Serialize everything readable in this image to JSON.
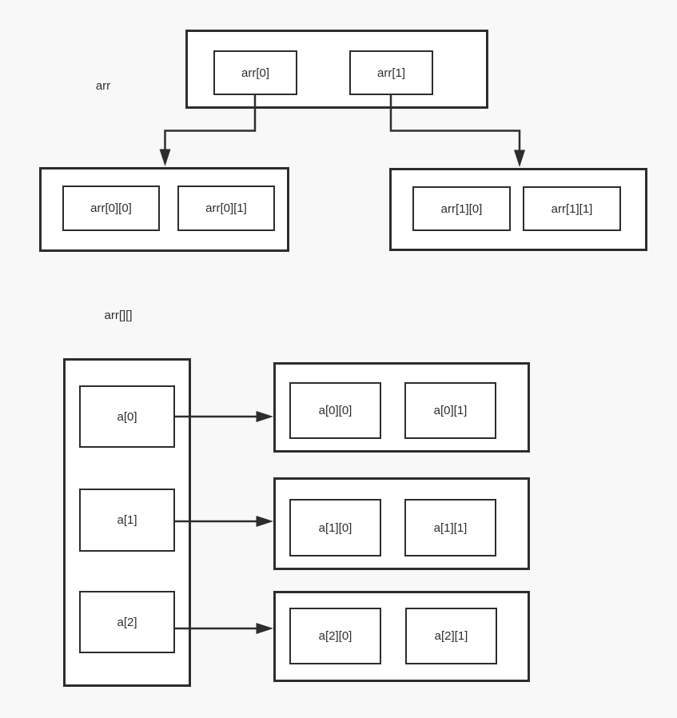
{
  "colors": {
    "background": "#f8f8f8",
    "stroke": "#2d2d2d",
    "box_fill": "#ffffff",
    "text": "#2d2d2d"
  },
  "top_diagram": {
    "label": "arr",
    "array_cells": [
      "arr[0]",
      "arr[1]"
    ],
    "row_left_cells": [
      "arr[0][0]",
      "arr[0][1]"
    ],
    "row_right_cells": [
      "arr[1][0]",
      "arr[1][1]"
    ]
  },
  "bottom_diagram": {
    "label": "arr[][]",
    "pointer_cells": [
      "a[0]",
      "a[1]",
      "a[2]"
    ],
    "row_cells": [
      [
        "a[0][0]",
        "a[0][1]"
      ],
      [
        "a[1][0]",
        "a[1][1]"
      ],
      [
        "a[2][0]",
        "a[2][1]"
      ]
    ]
  }
}
